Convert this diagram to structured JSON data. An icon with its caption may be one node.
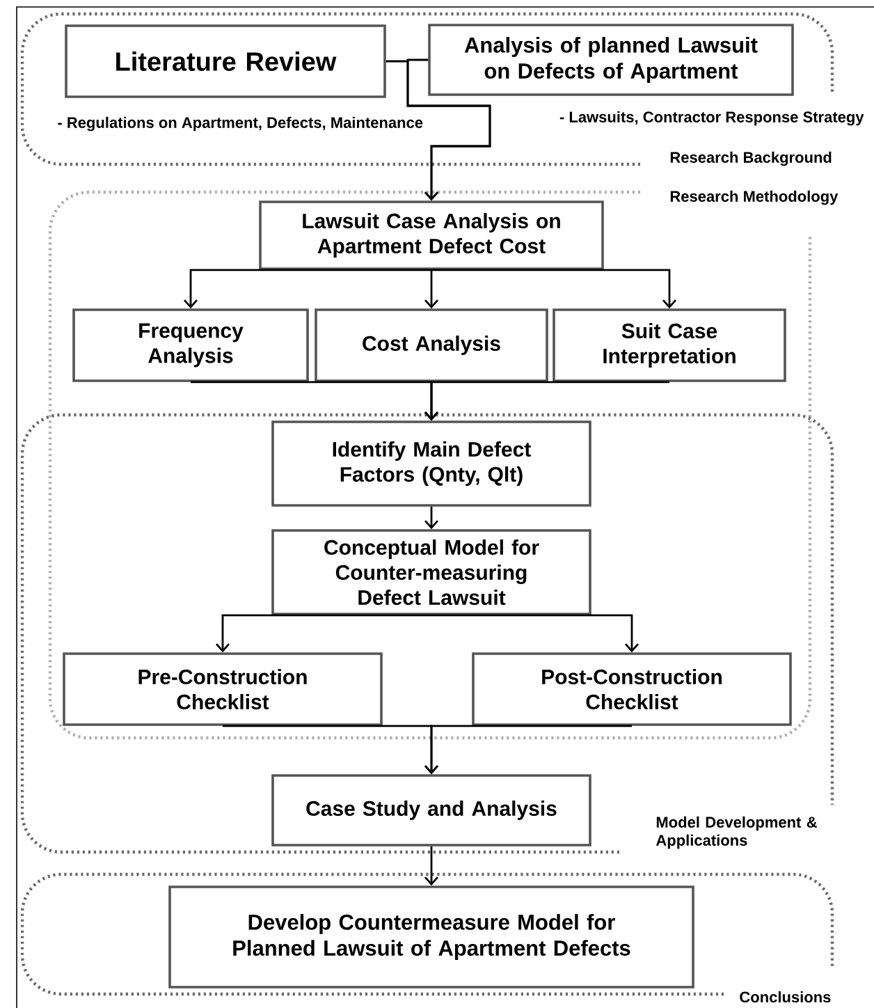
{
  "diagram": {
    "nodes": [
      {
        "text": [
          "Research Background"
        ]
      },
      {
        "text": [
          "Literature Review"
        ],
        "in": 0,
        "beside": [
          "- Regulations on Apartment, Defects, Maintenance"
        ]
      },
      {
        "text": [
          "Analysis of planned Lawsuit on Defects of Apartment"
        ],
        "in": 0,
        "beside": [
          "- Lawsuits, Contractor Response Strategy"
        ]
      },
      {
        "text": [
          "Research Methodology"
        ]
      },
      {
        "text": [
          "Lawsuit Case Analysis on Apartment Defect Cost"
        ],
        "in": 3
      },
      {
        "text": [
          "Frequency Analysis"
        ],
        "in": 3
      },
      {
        "text": [
          "Cost Analysis"
        ],
        "in": 3
      },
      {
        "text": [
          "Suit Case Interpretation"
        ],
        "in": 3
      },
      {
        "text": [
          "Model Development & Applications"
        ]
      },
      {
        "text": [
          "Identify Main Defect Factors (Qnty, Qlt)"
        ]
      },
      {
        "text": [
          "Conceptual Model for Counter-measuring Defect Lawsuit"
        ]
      },
      {
        "text": [
          "Pre-Construction Checklist"
        ]
      },
      {
        "text": [
          "Post-Construction Checklist"
        ]
      },
      {
        "text": [
          "Case Study and Analysis"
        ],
        "in": 8
      },
      {
        "text": [
          "Conclusions"
        ]
      },
      {
        "text": [
          "Develop Countermeasure Model for Planned Lawsuit of Apartment Defects"
        ],
        "in": 14
      }
    ],
    "edges": [
      {
        "from": 1,
        "to": 4,
        "arrow": "to"
      },
      {
        "from": 2,
        "to": 4,
        "arrow": "to"
      },
      {
        "from": 4,
        "to": 5,
        "arrow": "to"
      },
      {
        "from": 4,
        "to": 6,
        "arrow": "to"
      },
      {
        "from": 4,
        "to": 7,
        "arrow": "to"
      },
      {
        "from": 5,
        "to": 9,
        "arrow": "to"
      },
      {
        "from": 6,
        "to": 9,
        "arrow": "to"
      },
      {
        "from": 7,
        "to": 9,
        "arrow": "to"
      },
      {
        "from": 9,
        "to": 10,
        "arrow": "to"
      },
      {
        "from": 10,
        "to": 11,
        "arrow": "to"
      },
      {
        "from": 10,
        "to": 12,
        "arrow": "to"
      },
      {
        "from": 11,
        "to": 13,
        "arrow": "to"
      },
      {
        "from": 12,
        "to": 13,
        "arrow": "to"
      },
      {
        "from": 13,
        "to": 15,
        "arrow": "to"
      }
    ]
  }
}
